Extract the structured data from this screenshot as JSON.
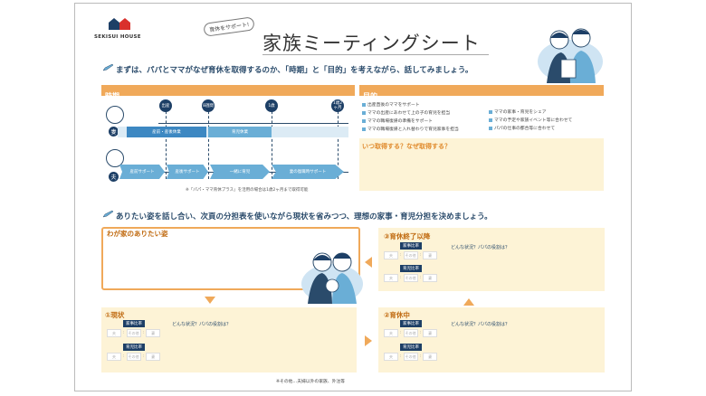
{
  "logo": {
    "text": "SEKISUI HOUSE"
  },
  "bubble": "育休をサポート!",
  "title": "家族ミーティングシート",
  "section1": {
    "text": "まずは、パパとママがなぜ育休を取得するのか、「時期」と「目的」を考えながら、話してみましょう。"
  },
  "period": {
    "label": "時期",
    "milestones": [
      "出産",
      "8週間",
      "1歳",
      "1歳2ヶ月"
    ],
    "mama": {
      "role": "妻",
      "bars": [
        "産前・産後休業",
        "育児休業"
      ]
    },
    "papa": {
      "role": "夫",
      "chips": [
        "産前サポート",
        "産後サポート",
        "一緒に育児",
        "妻の復職時サポート"
      ]
    },
    "note": "※「パパ・ママ育休プラス」を活用の場合は1歳2ヶ月まで取得可能"
  },
  "purpose": {
    "label": "目的",
    "col1": [
      "出産直後のママをサポート",
      "ママの出産にあわせて上の子の育児を担当",
      "ママの職場復帰の準備をサポート",
      "ママの職場復帰と入れ替わりで育児家事を担当"
    ],
    "col2": [
      "ママの家事・育児をシェア",
      "ママの予定や家族イベント等に合わせて",
      "パパの仕事の都合等に合わせて"
    ],
    "question": "いつ取得する？なぜ取得する？"
  },
  "section2": {
    "text": "ありたい姿を話し合い、次頁の分担表を使いながら現状を省みつつ、理想の家事・育児分担を決めましょう。"
  },
  "ideal": {
    "label": "わが家のありたい姿"
  },
  "stages": {
    "after": {
      "label": "③育休終了以降"
    },
    "current": {
      "label": "①現状"
    },
    "during": {
      "label": "②育休中"
    }
  },
  "ratio": {
    "housework": "家事比率",
    "childcare": "育児比率",
    "husband": "夫",
    "other": "その他",
    "wife": "妻"
  },
  "question2": "どんな状況？パパの役割は？",
  "footnote": "※その他…夫婦以外の家族、外注等"
}
